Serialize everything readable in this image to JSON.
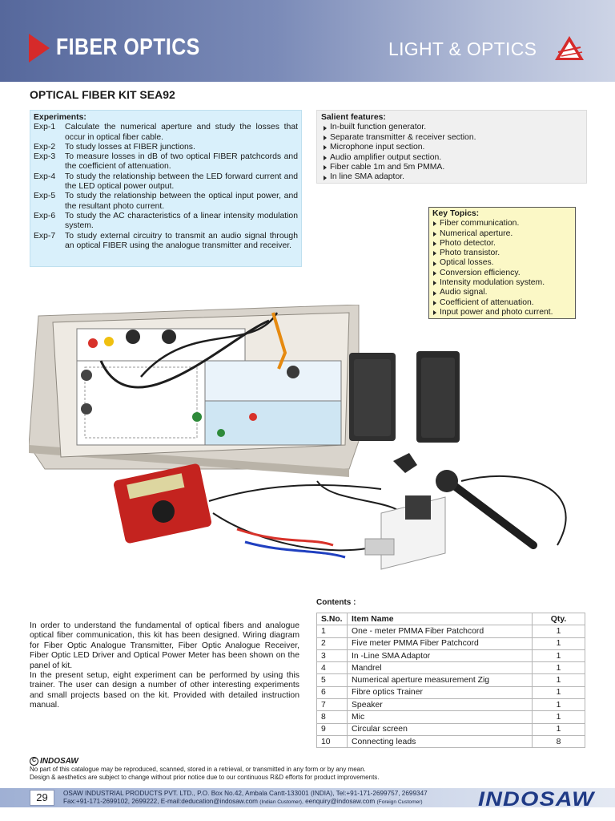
{
  "header": {
    "title": "FIBER OPTICS",
    "section": "LIGHT & OPTICS",
    "logo_icon": "prism-triangle-icon",
    "colors": {
      "band_start": "#56689c",
      "band_end": "#cdd4e6",
      "accent": "#d62a2a"
    }
  },
  "kit_title": "OPTICAL FIBER KIT SEA92",
  "experiments": {
    "heading": "Experiments:",
    "items": [
      {
        "num": "Exp-1",
        "text": "Calculate the numerical aperture and study the losses that occur in optical fiber cable."
      },
      {
        "num": "Exp-2",
        "text": "To study losses at FIBER junctions."
      },
      {
        "num": "Exp-3",
        "text": "To measure losses in dB of two optical FIBER patchcords and the coefficient of attenuation."
      },
      {
        "num": "Exp-4",
        "text": "To study the relationship between the LED forward current and the LED optical power output."
      },
      {
        "num": "Exp-5",
        "text": "To study the relationship between the optical input power, and the resultant photo current."
      },
      {
        "num": "Exp-6",
        "text": "To study the AC characteristics of a linear intensity modulation system."
      },
      {
        "num": "Exp-7",
        "text": "To study external circuitry to transmit an audio signal through an optical FIBER using the analogue transmitter and receiver."
      }
    ]
  },
  "salient_features": {
    "heading": "Salient features:",
    "items": [
      "In-built function generator.",
      "Separate transmitter & receiver section.",
      "Microphone input section.",
      "Audio amplifier output section.",
      "Fiber cable 1m and 5m PMMA.",
      "In line SMA adaptor."
    ]
  },
  "key_topics": {
    "heading": "Key Topics:",
    "items": [
      "Fiber communication.",
      "Numerical aperture.",
      "Photo detector.",
      "Photo transistor.",
      "Optical losses.",
      "Conversion efficiency.",
      "Intensity modulation system.",
      "Audio signal.",
      "Coefficient of attenuation.",
      "Input power and photo current."
    ]
  },
  "intro": {
    "p1": "In order to understand the fundamental of optical fibers and analogue optical fiber communication, this kit has been designed. Wiring diagram for Fiber Optic Analogue Transmitter, Fiber Optic Analogue Receiver, Fiber Optic LED Driver and Optical Power Meter has been shown on the panel of kit.",
    "p2": "In the present setup, eight experiment can be performed by using this trainer. The user can design a number of  other interesting experiments and small projects based on the kit. Provided with detailed instruction manual."
  },
  "contents": {
    "label": "Contents :",
    "columns": {
      "sno": "S.No.",
      "item": "Item Name",
      "qty": "Qty."
    },
    "rows": [
      {
        "sno": "1",
        "item": "One - meter PMMA  Fiber Patchcord",
        "qty": "1"
      },
      {
        "sno": "2",
        "item": "Five meter PMMA Fiber Patchcord",
        "qty": "1"
      },
      {
        "sno": "3",
        "item": "In -Line SMA Adaptor",
        "qty": "1"
      },
      {
        "sno": "4",
        "item": "Mandrel",
        "qty": "1"
      },
      {
        "sno": "5",
        "item": "Numerical aperture measurement Zig",
        "qty": "1"
      },
      {
        "sno": "6",
        "item": "Fibre optics Trainer",
        "qty": "1"
      },
      {
        "sno": "7",
        "item": "Speaker",
        "qty": "1"
      },
      {
        "sno": "8",
        "item": "Mic",
        "qty": "1"
      },
      {
        "sno": "9",
        "item": "Circular screen",
        "qty": "1"
      },
      {
        "sno": "10",
        "item": "Connecting leads",
        "qty": "8"
      }
    ]
  },
  "copyright": {
    "brand": "INDOSAW",
    "line1": "No part of this catalogue may be reproduced, scanned, stored in a retrieval, or transmitted in any form or by any mean.",
    "line2": "Design & aesthetics are subject to change without prior notice due to our continuous R&D efforts for product improvements."
  },
  "footer": {
    "page": "29",
    "address": "OSAW INDUSTRIAL PRODUCTS PVT. LTD., P.O. Box No.42, Ambala Cantt-133001 (INDIA), Tel:+91-171-2699757, 2699347",
    "fax_email": "Fax:+91-171-2699102, 2699222, E-mail:deducation@indosaw.com",
    "indian_note": "(Indian Customer),",
    "foreign_email": "eenquiry@indosaw.com",
    "foreign_note": "(Foreign Customer)",
    "brand": "INDOSAW"
  }
}
